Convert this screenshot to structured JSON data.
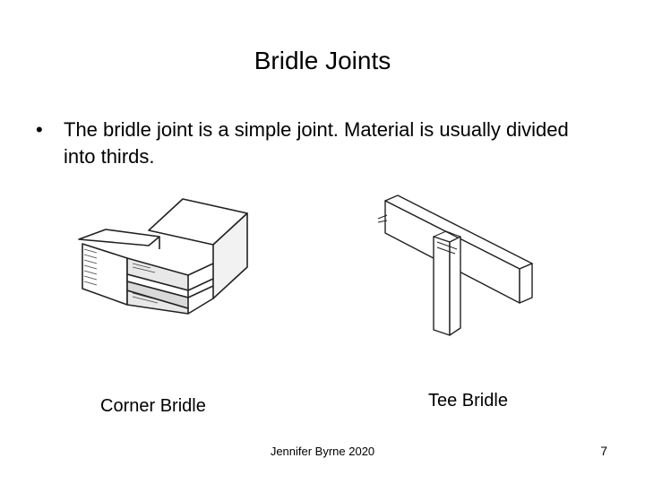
{
  "slide": {
    "title": "Bridle Joints",
    "bullets": [
      {
        "marker": "•",
        "text": "The bridle joint is a simple joint. Material is usually divided into thirds."
      }
    ],
    "figures": [
      {
        "caption": "Corner Bridle",
        "icon": "corner-bridle-illustration"
      },
      {
        "caption": "Tee Bridle",
        "icon": "tee-bridle-illustration"
      }
    ],
    "footer": "Jennifer Byrne 2020",
    "page_number": "7"
  }
}
